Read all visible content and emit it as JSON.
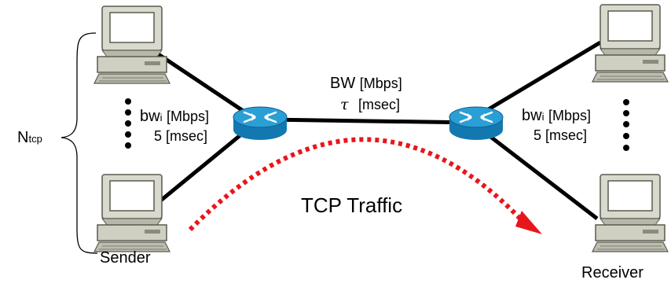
{
  "labels": {
    "bw_main": "BW",
    "bw_main_unit": "[Mbps]",
    "tau_symbol": "τ",
    "tau_unit": "[msec]",
    "bw_left": "bw",
    "bw_left_sub": "i",
    "bw_left_unit": "[Mbps]",
    "delay_left": "5 [msec]",
    "bw_right": "bw",
    "bw_right_sub": "i",
    "bw_right_unit": "[Mbps]",
    "delay_right": "5 [msec]",
    "ntcp_main": "N",
    "ntcp_sub": "tcp",
    "traffic": "TCP Traffic",
    "sender": "Sender",
    "receiver": "Receiver"
  },
  "colors": {
    "router_fill": "#2a9fd6",
    "router_dark": "#1478b0",
    "traffic_arrow": "#e8161b",
    "computer_body": "#d8d8cc",
    "computer_screen": "#ffffff",
    "link": "#000000"
  },
  "icons": [
    "computer-icon",
    "router-icon",
    "vertical-ellipsis-icon",
    "curly-brace-icon",
    "dotted-arrow-icon"
  ]
}
